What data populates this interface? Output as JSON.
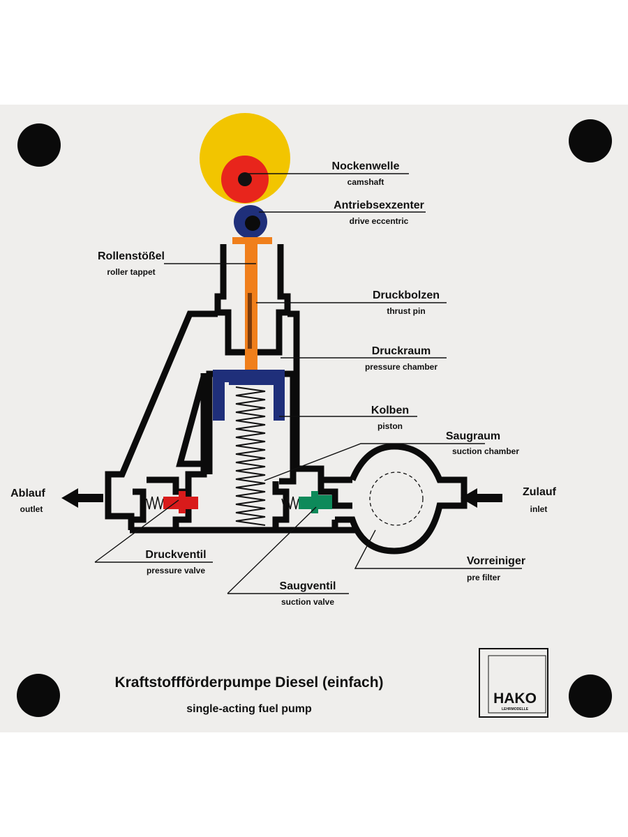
{
  "labels": {
    "camshaft": {
      "de": "Nockenwelle",
      "en": "camshaft"
    },
    "drive_eccentric": {
      "de": "Antriebsexzenter",
      "en": "drive eccentric"
    },
    "roller_tappet": {
      "de": "Rollenstößel",
      "en": "roller tappet"
    },
    "thrust_pin": {
      "de": "Druckbolzen",
      "en": "thrust pin"
    },
    "pressure_chamber": {
      "de": "Druckraum",
      "en": "pressure chamber"
    },
    "piston": {
      "de": "Kolben",
      "en": "piston"
    },
    "suction_chamber": {
      "de": "Saugraum",
      "en": "suction chamber"
    },
    "outlet": {
      "de": "Ablauf",
      "en": "outlet"
    },
    "inlet": {
      "de": "Zulauf",
      "en": "inlet"
    },
    "pressure_valve": {
      "de": "Druckventil",
      "en": "pressure valve"
    },
    "pre_filter": {
      "de": "Vorreiniger",
      "en": "pre filter"
    },
    "suction_valve": {
      "de": "Saugventil",
      "en": "suction valve"
    }
  },
  "title": {
    "de": "Kraftstoffförderpumpe Diesel (einfach)",
    "en": "single-acting fuel pump"
  },
  "logo": {
    "name": "HAKO",
    "subtitle": "LEHRMODELLE"
  },
  "colors": {
    "cam_outer": "#f2c500",
    "cam_inner": "#e8251c",
    "eccentric": "#1f2f7a",
    "tappet": "#f07f1b",
    "piston": "#1f2f7a",
    "pressure_valve": "#d91b1b",
    "suction_valve": "#0d8a5a",
    "body": "#0b0b0b"
  }
}
